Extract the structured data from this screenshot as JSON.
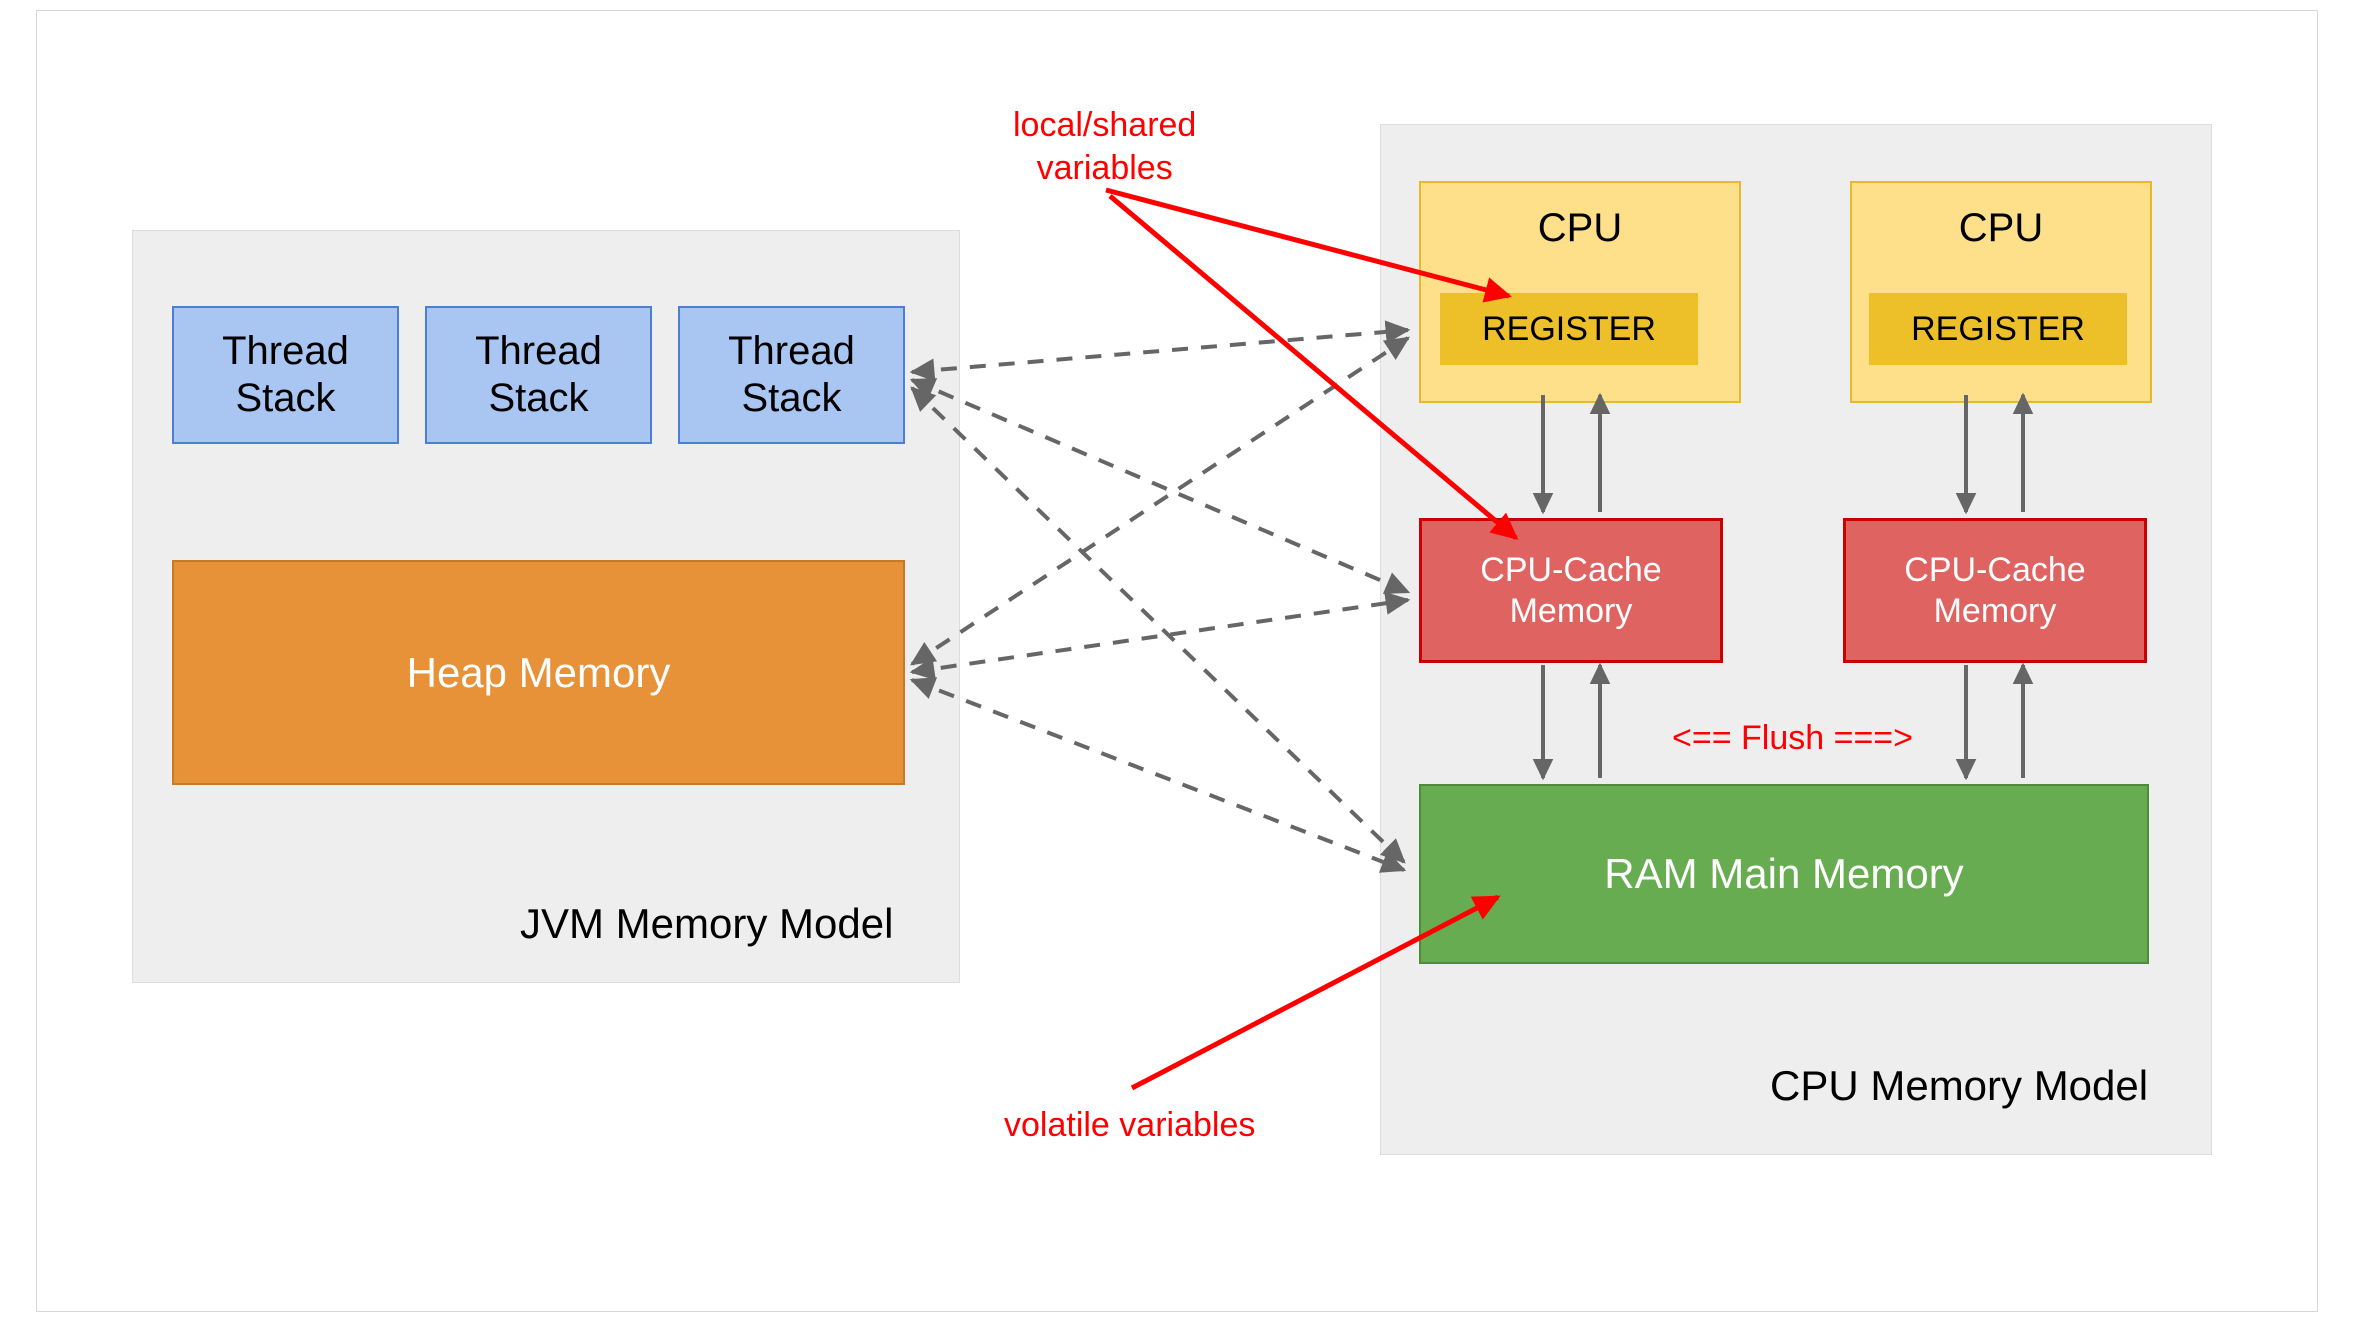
{
  "diagram": {
    "title_jvm": "JVM Memory Model",
    "title_cpu": "CPU Memory Model"
  },
  "jvm_panel": {
    "label": "JVM Memory Model",
    "thread_stacks": [
      {
        "label": "Thread\nStack"
      },
      {
        "label": "Thread\nStack"
      },
      {
        "label": "Thread\nStack"
      }
    ],
    "heap": {
      "label": "Heap Memory"
    }
  },
  "cpu_panel": {
    "label": "CPU Memory Model",
    "cpus": [
      {
        "label": "CPU",
        "register_label": "REGISTER",
        "cache_label": "CPU-Cache\nMemory"
      },
      {
        "label": "CPU",
        "register_label": "REGISTER",
        "cache_label": "CPU-Cache\nMemory"
      }
    ],
    "ram": {
      "label": "RAM Main Memory"
    },
    "flush_label": "<== Flush ===>"
  },
  "annotations": {
    "local_shared": "local/shared\nvariables",
    "volatile": "volatile variables"
  },
  "colors": {
    "thread_fill": "#a9c5f2",
    "thread_stroke": "#4a7fd4",
    "heap_fill": "#e79138",
    "heap_stroke": "#c77a25",
    "cpu_fill": "#ffe08a",
    "cpu_stroke": "#e8b92e",
    "register_fill": "#edc02a",
    "cache_fill": "#de6361",
    "cache_stroke": "#cc0000",
    "ram_fill": "#67ac51",
    "ram_stroke": "#4e8c3c",
    "panel_fill": "#eeeeee",
    "annotation_red": "#ff0000",
    "arrow_gray": "#666666"
  }
}
